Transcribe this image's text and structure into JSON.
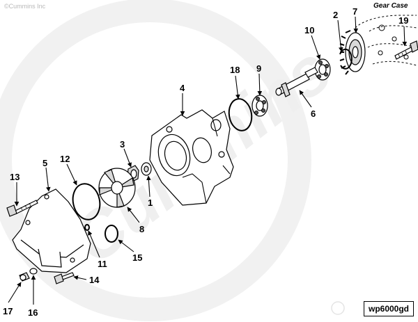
{
  "copyright": "©Cummins Inc",
  "watermark": "Cummins",
  "gear_case_label": "Gear Case",
  "figure_id": "wp6000gd",
  "callouts": [
    "1",
    "2",
    "3",
    "4",
    "5",
    "6",
    "7",
    "8",
    "9",
    "10",
    "11",
    "12",
    "13",
    "14",
    "15",
    "16",
    "17",
    "18",
    "19"
  ]
}
